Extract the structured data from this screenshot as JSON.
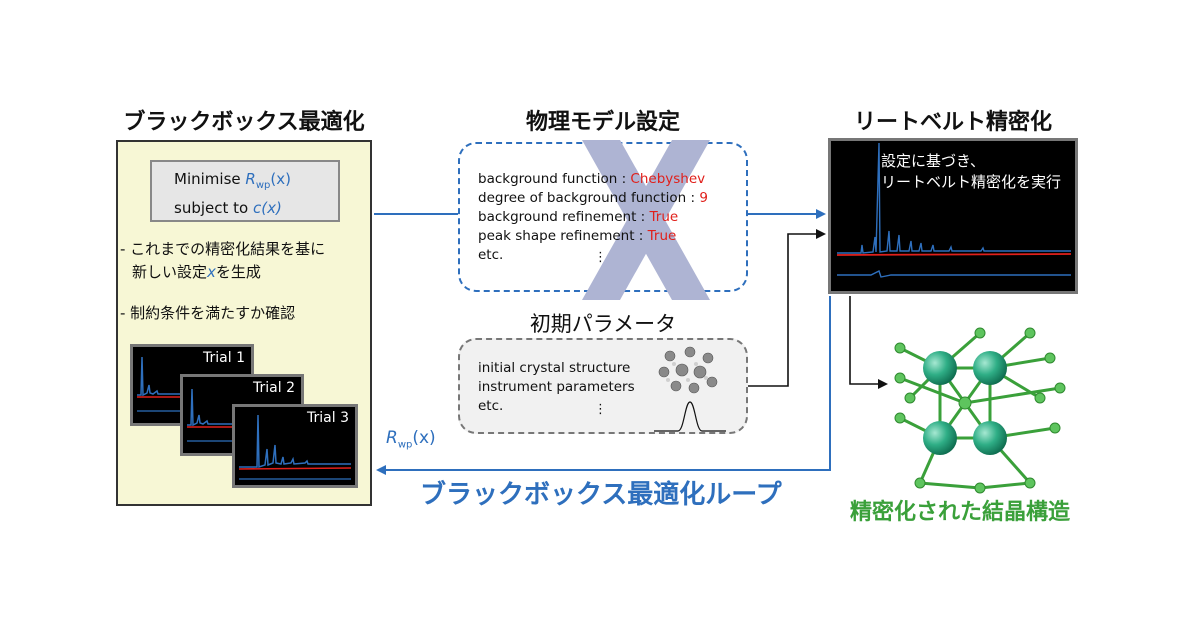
{
  "headings": {
    "blackbox": "ブラックボックス最適化",
    "physical_model": "物理モデル設定",
    "rietveld": "リートベルト精密化",
    "initial_params": "初期パラメータ"
  },
  "blackbox_panel": {
    "minimise_label": "Minimise",
    "subject_to_label": "subject to",
    "objective_symbol": "R",
    "objective_subscript": "wp",
    "objective_arg": "(x)",
    "constraint_symbol": "c(x)",
    "bullet1_line1": "- これまでの精密化結果を基に",
    "bullet1_line2_pre": "新しい設定",
    "bullet1_line2_var": "x",
    "bullet1_line2_post": "を生成",
    "bullet2": "- 制約条件を満たすか確認",
    "trials": [
      "Trial 1",
      "Trial 2",
      "Trial 3"
    ]
  },
  "physical_model_box": {
    "lines": [
      {
        "key": "background function : ",
        "value": "Chebyshev"
      },
      {
        "key": "degree of background function : ",
        "value": "9"
      },
      {
        "key": "background refinement : ",
        "value": "True"
      },
      {
        "key": "peak shape refinement : ",
        "value": "True"
      }
    ],
    "etc": "etc.",
    "more": "⋮"
  },
  "initial_params_box": {
    "lines": [
      "initial crystal structure",
      "instrument parameters",
      "etc."
    ],
    "more": "⋮"
  },
  "rietveld_screen": {
    "caption_line1": "設定に基づき、",
    "caption_line2": "リートベルト精密化を実行"
  },
  "feedback": {
    "symbol": "R",
    "subscript": "wp",
    "arg": "(x)"
  },
  "loop_label": "ブラックボックス最適化ループ",
  "result_label": "精密化された結晶構造",
  "colors": {
    "accent_blue": "#2e6fbd",
    "value_red": "#e0201b",
    "green": "#3aa03a",
    "panel_yellow": "#f7f7d5",
    "x_mark": "#aeb4d3"
  }
}
